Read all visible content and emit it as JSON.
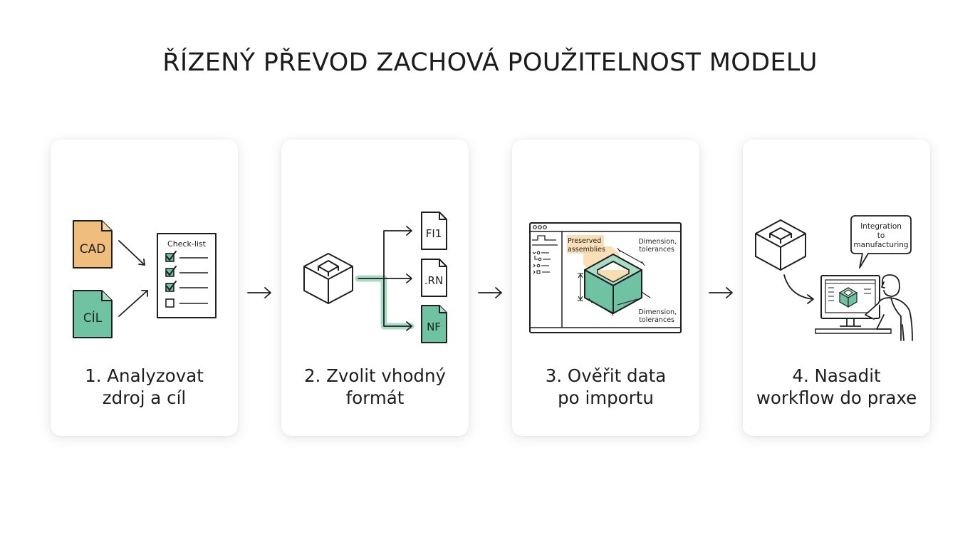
{
  "title": "ŘÍZENÝ PŘEVOD ZACHOVÁ POUŽITELNOST MODELU",
  "colors": {
    "accent_orange": "#EFBE7D",
    "accent_green": "#6FC3A3",
    "highlight_green": "#A9DCC6",
    "highlight_orange": "#F8DDB0",
    "stroke": "#1f1f1f"
  },
  "steps": [
    {
      "line1": "1. Analyzovat",
      "line2": "zdroj a cíl",
      "docs": [
        "CAD",
        "CÍL"
      ],
      "checklist_title": "Check-list",
      "checklist_checked": [
        true,
        true,
        true,
        false
      ]
    },
    {
      "line1": "2. Zvolit vhodný",
      "line2": "formát",
      "formats": [
        "FI1",
        ".RN",
        "NF"
      ],
      "selected_format": "NF"
    },
    {
      "line1": "3. Ověřit data",
      "line2": "po importu",
      "annotations": [
        "Preserved",
        "assemblies",
        "Dimension,",
        "tolerances",
        "Dimension,",
        "tolerances"
      ]
    },
    {
      "line1": "4. Nasadit",
      "line2": "workflow do praxe",
      "bubble": [
        "Integration",
        "to",
        "manufacturing"
      ]
    }
  ]
}
